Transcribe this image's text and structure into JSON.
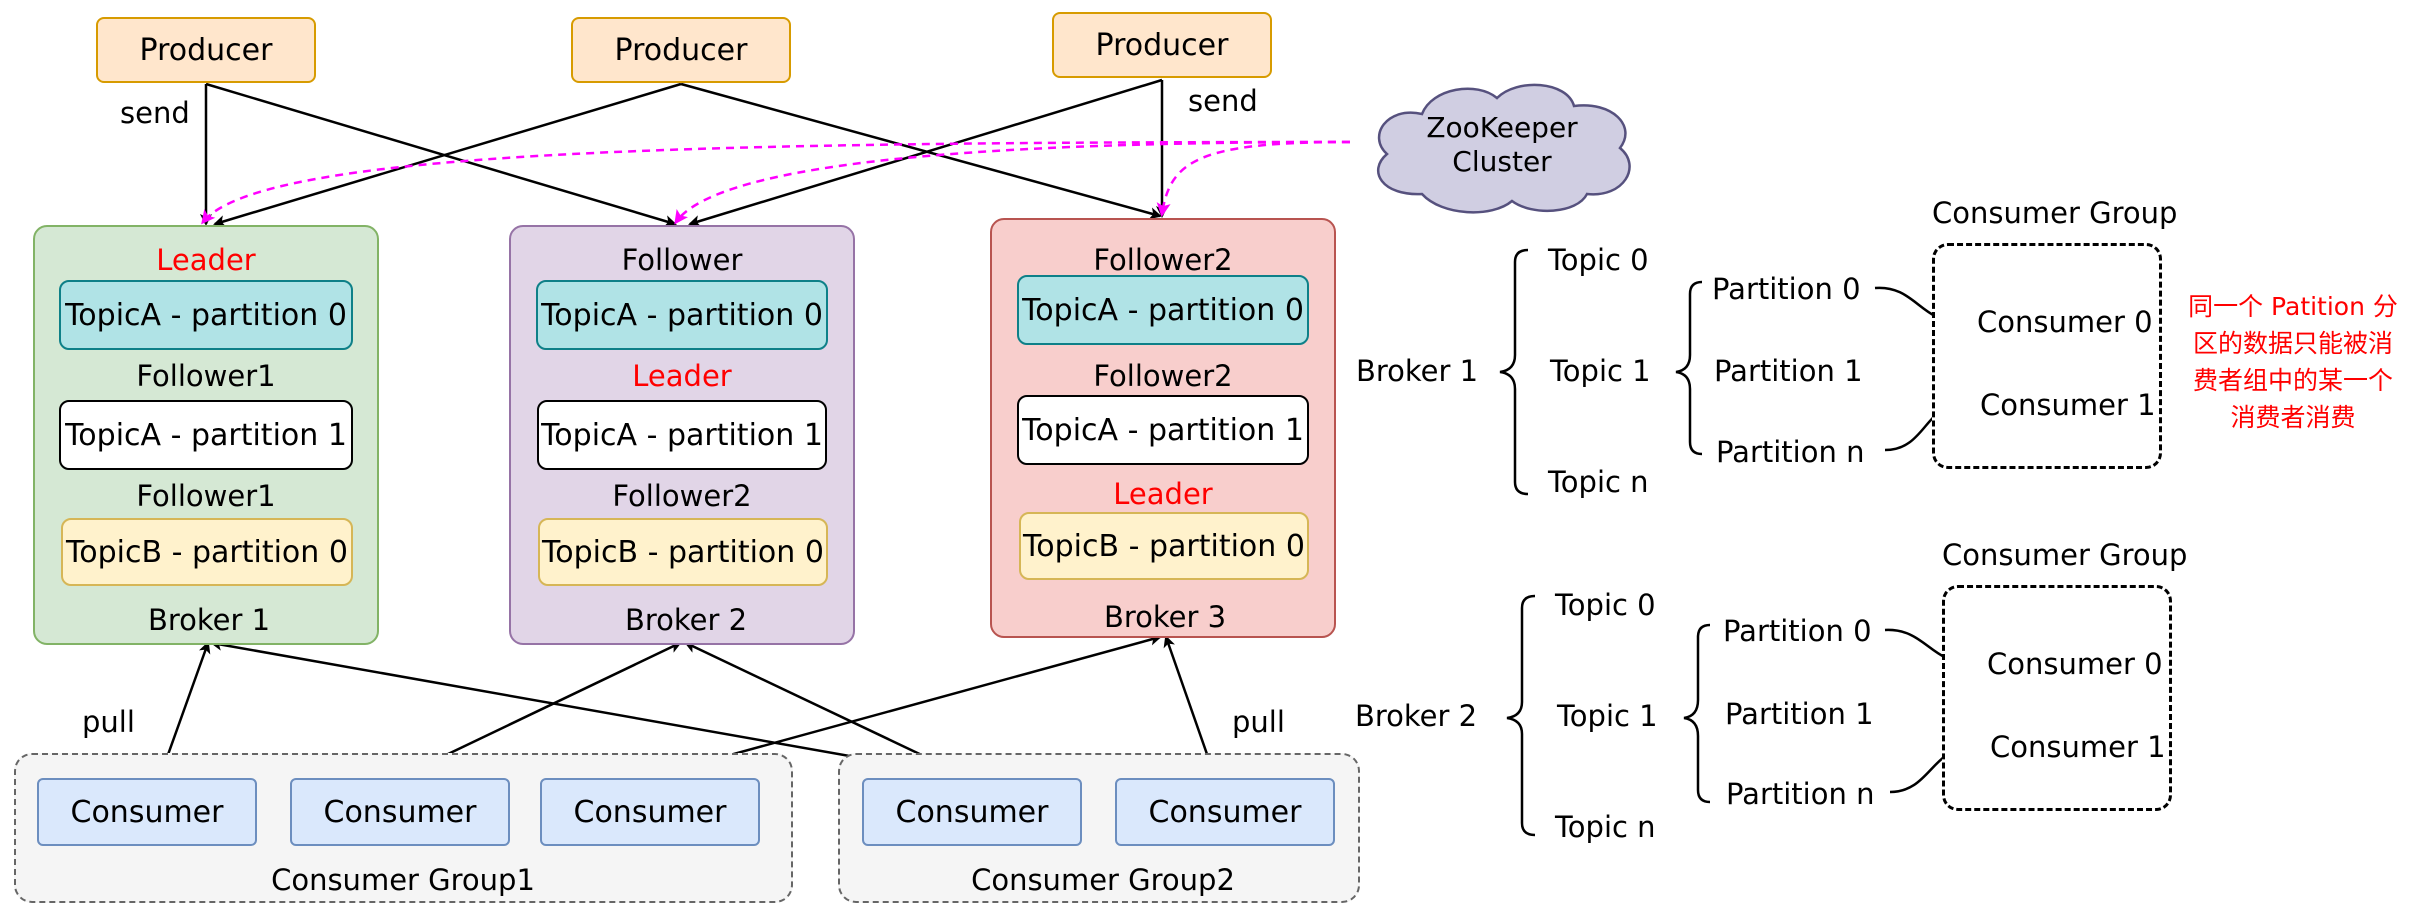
{
  "producers": [
    "Producer",
    "Producer",
    "Producer"
  ],
  "edge_labels": {
    "send_left": "send",
    "send_right": "send",
    "pull_left": "pull",
    "pull_right": "pull"
  },
  "zookeeper": {
    "line1": "ZooKeeper",
    "line2": "Cluster"
  },
  "brokers": [
    {
      "name": "Broker 1",
      "role1": "Leader",
      "part1": "TopicA - partition 0",
      "role2": "Follower1",
      "part2": "TopicA - partition 1",
      "role3": "Follower1",
      "part3": "TopicB - partition 0"
    },
    {
      "name": "Broker 2",
      "role1": "Follower",
      "part1": "TopicA - partition 0",
      "role2": "Leader",
      "part2": "TopicA - partition 1",
      "role3": "Follower2",
      "part3": "TopicB - partition 0"
    },
    {
      "name": "Broker 3",
      "role1": "Follower2",
      "part1": "TopicA - partition 0",
      "role2": "Follower2",
      "part2": "TopicA - partition 1",
      "role3": "Leader",
      "part3": "TopicB - partition 0"
    }
  ],
  "consumers": [
    "Consumer",
    "Consumer",
    "Consumer",
    "Consumer",
    "Consumer"
  ],
  "consumer_groups": [
    "Consumer Group1",
    "Consumer Group2"
  ],
  "right_diagrams": [
    {
      "broker": "Broker 1",
      "topics": [
        "Topic 0",
        "Topic 1",
        "Topic n"
      ],
      "partitions": [
        "Partition 0",
        "Partition 1",
        "Partition n"
      ],
      "group_title": "Consumer Group",
      "consumers": [
        "Consumer 0",
        "Consumer 1"
      ]
    },
    {
      "broker": "Broker 2",
      "topics": [
        "Topic 0",
        "Topic 1",
        "Topic n"
      ],
      "partitions": [
        "Partition 0",
        "Partition 1",
        "Partition n"
      ],
      "group_title": "Consumer Group",
      "consumers": [
        "Consumer 0",
        "Consumer 1"
      ]
    }
  ],
  "note": {
    "line1": "同一个 Patition 分",
    "line2": "区的数据只能被消",
    "line3": "费者组中的某一个",
    "line4": "消费者消费"
  },
  "colors": {
    "leader": "#ff0000",
    "zookeeper_line": "#ff00ff",
    "note": "#ff0000"
  }
}
